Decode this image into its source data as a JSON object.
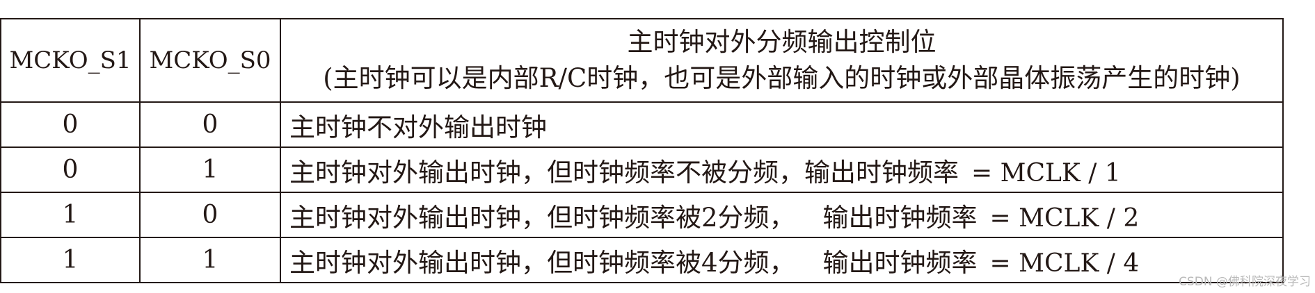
{
  "table": {
    "headers": {
      "col1": "MCKO_S1",
      "col2": "MCKO_S0",
      "col3_title": "主时钟对外分频输出控制位",
      "col3_subtitle": "(主时钟可以是内部R/C时钟，也可是外部输入的时钟或外部晶体振荡产生的时钟)"
    },
    "rows": [
      {
        "s1": "0",
        "s0": "0",
        "desc": "主时钟不对外输出时钟",
        "rate": ""
      },
      {
        "s1": "0",
        "s0": "1",
        "desc": "主时钟对外输出时钟，但时钟频率不被分频，输出时钟频率",
        "rate": "= MCLK / 1"
      },
      {
        "s1": "1",
        "s0": "0",
        "desc": "主时钟对外输出时钟，但时钟频率被2分频，",
        "rate_label": "输出时钟频率",
        "rate": "= MCLK / 2"
      },
      {
        "s1": "1",
        "s0": "1",
        "desc": "主时钟对外输出时钟，但时钟频率被4分频，",
        "rate_label": "输出时钟频率",
        "rate": "= MCLK / 4"
      }
    ]
  },
  "watermark": "CSDN @佛科院深夜学习"
}
